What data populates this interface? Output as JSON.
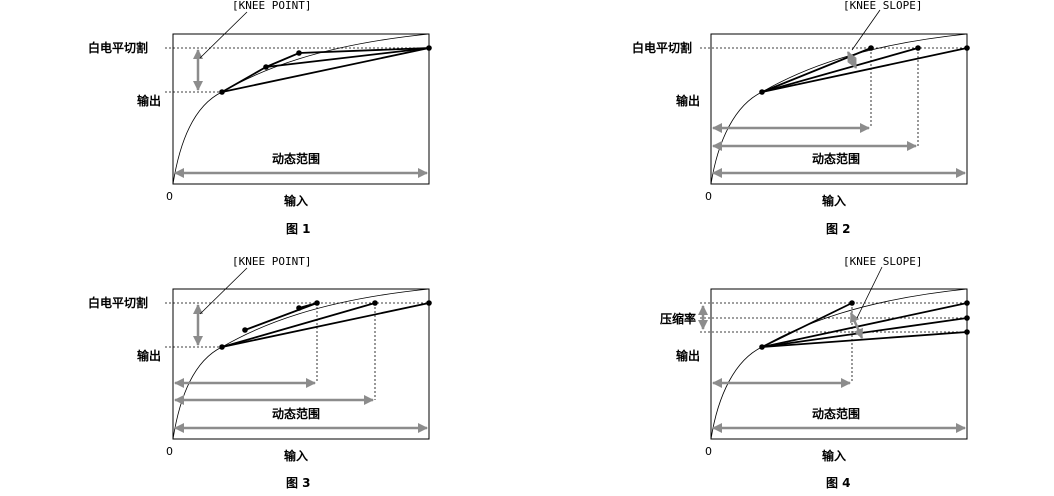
{
  "colors": {
    "line": "#000000",
    "arrow": "#8c8c8c",
    "dash": "#000000"
  },
  "fig1": {
    "annotation": "[KNEE POINT]",
    "white_clip": "白电平切割",
    "output": "输出",
    "dynamic_range": "动态范围",
    "input": "输入",
    "origin": "0",
    "caption": "图 1"
  },
  "fig2": {
    "annotation": "[KNEE SLOPE]",
    "white_clip": "白电平切割",
    "output": "输出",
    "dynamic_range": "动态范围",
    "input": "输入",
    "origin": "0",
    "caption": "图 2"
  },
  "fig3": {
    "annotation": "[KNEE POINT]",
    "white_clip": "白电平切割",
    "output": "输出",
    "dynamic_range": "动态范围",
    "input": "输入",
    "origin": "0",
    "caption": "图 3"
  },
  "fig4": {
    "annotation": "[KNEE SLOPE]",
    "compression": "压缩率",
    "output": "输出",
    "dynamic_range": "动态范围",
    "input": "输入",
    "origin": "0",
    "caption": "图 4"
  }
}
